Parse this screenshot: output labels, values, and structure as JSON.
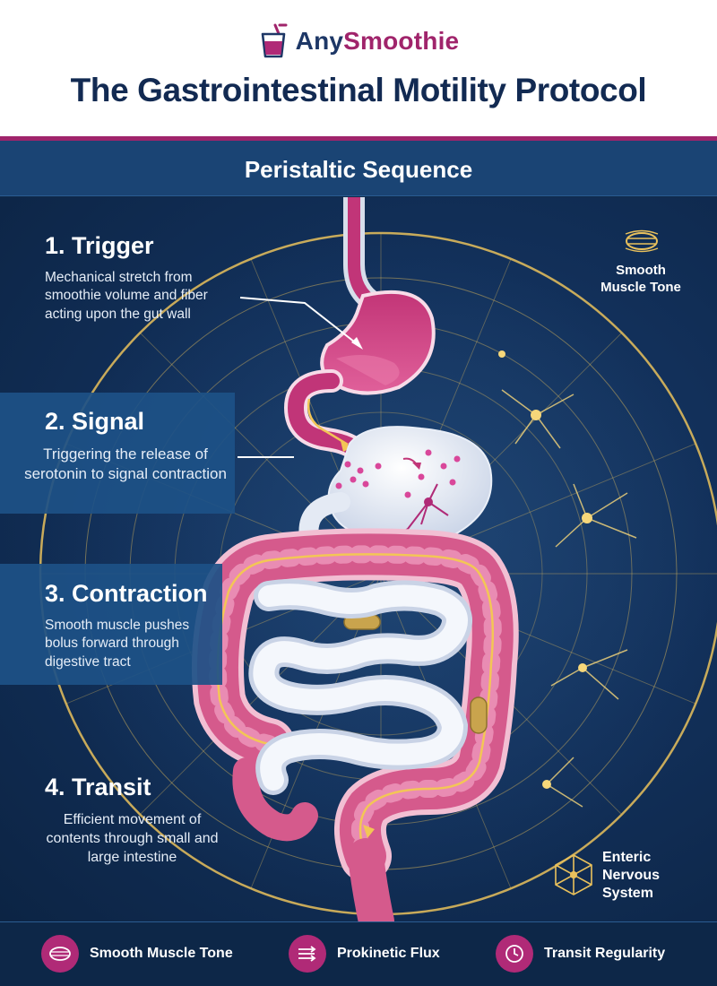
{
  "brand": {
    "name_part1": "Any",
    "name_part2": "Smoothie"
  },
  "title": "The Gastrointestinal Motility Protocol",
  "section_title": "Peristaltic Sequence",
  "steps": [
    {
      "title": "1. Trigger",
      "description": "Mechanical stretch from smoothie volume and fiber acting upon the gut wall"
    },
    {
      "title": "2. Signal",
      "description": "Triggering the release of serotonin to signal contraction"
    },
    {
      "title": "3. Contraction",
      "description": "Smooth muscle pushes bolus forward through digestive tract"
    },
    {
      "title": "4. Transit",
      "description": "Efficient movement of contents through small and large intestine"
    }
  ],
  "side_labels": {
    "smooth_muscle": "Smooth Muscle Tone",
    "enteric": "Enteric Nervous System"
  },
  "footer": [
    {
      "label": "Smooth Muscle Tone",
      "icon": "muscle-fiber-icon"
    },
    {
      "label": "Prokinetic Flux",
      "icon": "flux-arrows-icon"
    },
    {
      "label": "Transit Regularity",
      "icon": "clock-icon"
    }
  ],
  "colors": {
    "navy": "#122a52",
    "accent_pink": "#a0246b",
    "organ_pink": "#d55a8c",
    "gold": "#e9c15c",
    "background": "#0f2a4a"
  }
}
